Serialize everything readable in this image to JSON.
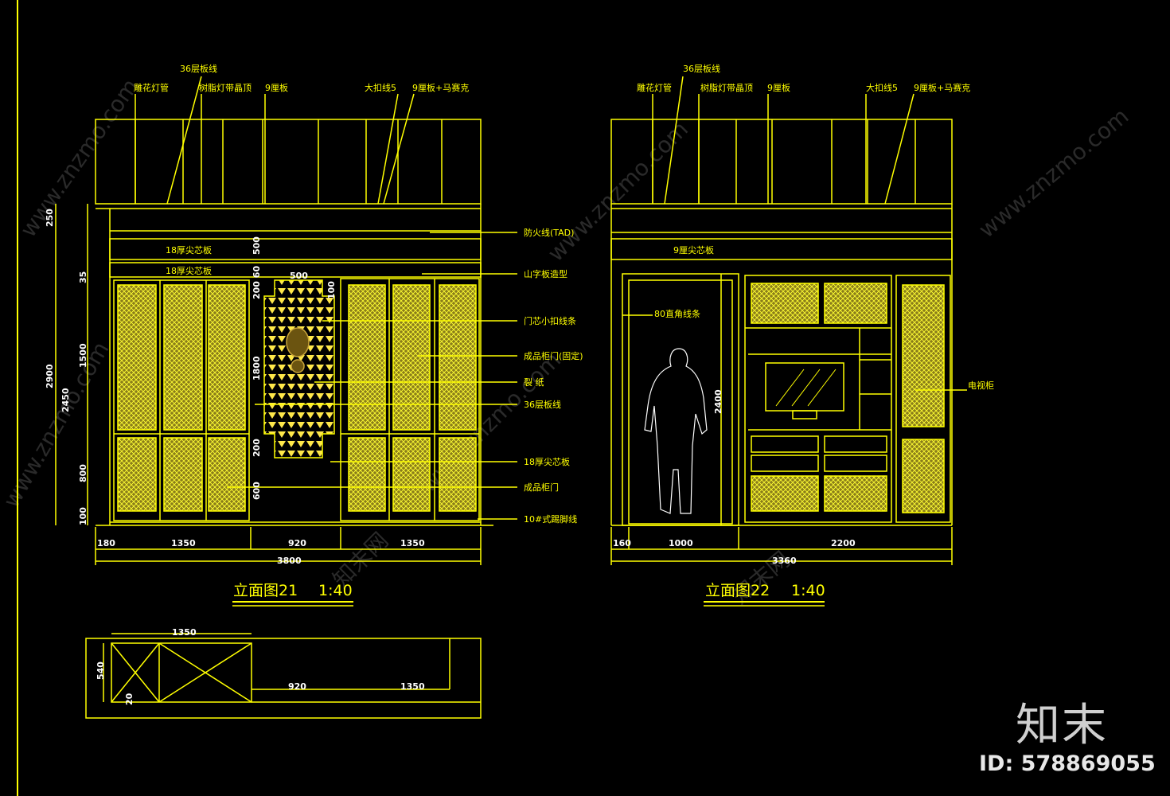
{
  "colors": {
    "background": "#000000",
    "line": "#ffff00",
    "dim": "#ffffff",
    "watermark": "#2a2a2a"
  },
  "watermarks": [
    "www.znzmo.com",
    "知末网"
  ],
  "brand": {
    "logo_text": "知末",
    "id_text": "ID: 578869055"
  },
  "elevation21": {
    "title": "立面图21",
    "scale": "1:40",
    "top_labels": [
      "36层板线",
      "雕花灯管",
      "树脂灯带晶顶",
      "9厘板",
      "大扣线5",
      "9厘板+马赛克"
    ],
    "board_labels": [
      "18厚尖芯板",
      "18厚尖芯板"
    ],
    "panel_dims": [
      "500",
      "100"
    ],
    "side_labels": [
      "防火线(TAD)",
      "山字板造型",
      "门芯小扣线条",
      "成品柜门(固定)",
      "裂 纸",
      "36层板线",
      "18厚尖芯板",
      "成品柜门",
      "10#式踢脚线"
    ],
    "left_dims": [
      "250",
      "35",
      "2900",
      "2450",
      "1500",
      "800",
      "100"
    ],
    "mid_dims": [
      "500",
      "200 60",
      "1800",
      "200",
      "600"
    ],
    "bottom_dims": [
      "180",
      "1350",
      "920",
      "1350"
    ],
    "total": "3800"
  },
  "elevation22": {
    "title": "立面图22",
    "scale": "1:40",
    "top_labels": [
      "36层板线",
      "雕花灯管",
      "树脂灯带晶顶",
      "9厘板",
      "大扣线5",
      "9厘板+马赛克"
    ],
    "board_label": "9厘尖芯板",
    "door_label": "80直角线条",
    "height_dim": "2400",
    "cabinet_label": "电视柜",
    "bottom_dims": [
      "160",
      "1000",
      "2200"
    ],
    "total": "3360"
  },
  "plan": {
    "dims": [
      "1350",
      "540",
      "20",
      "920",
      "1350"
    ]
  }
}
